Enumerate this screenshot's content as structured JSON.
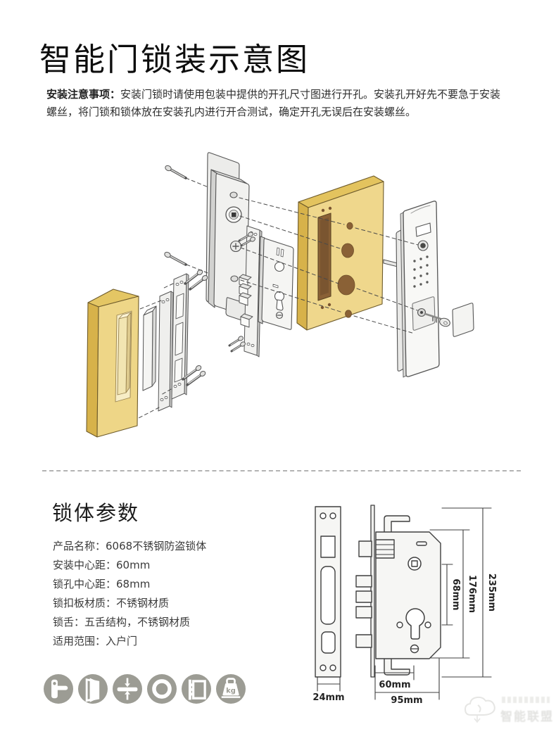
{
  "header": {
    "title": "智能门锁装示意图",
    "note_label": "安装注意事项：",
    "note_text": "安装门锁时请使用包装中提供的开孔尺寸图进行开孔。安装孔开好先不要急于安装螺丝，将门锁和锁体放在安装孔内进行开合测试，确定开孔无误后在安装螺丝。"
  },
  "lock_params": {
    "title": "锁体参数",
    "specs": [
      {
        "label": "产品名称：",
        "value": "6068不锈钢防盗锁体"
      },
      {
        "label": "安装中心距：",
        "value": "60mm"
      },
      {
        "label": "锁孔中心距：",
        "value": "68mm"
      },
      {
        "label": "锁扣板材质：",
        "value": "不锈钢材质"
      },
      {
        "label": "锁舌：",
        "value": "五舌结构，不锈钢材质"
      },
      {
        "label": "适用范围：",
        "value": "入户门"
      }
    ],
    "feature_icons": [
      "door-lock-handle",
      "open-door",
      "panel-thickness",
      "hole-diameter",
      "door-panel",
      "weight-kg"
    ],
    "kg_label": "kg"
  },
  "tech_drawing": {
    "dim_plate_width": "24mm",
    "dim_backset": "60mm",
    "dim_body_width": "95mm",
    "dim_hole_distance": "68mm",
    "dim_body_height": "176mm",
    "dim_total_height": "235mm"
  },
  "watermark": {
    "text": "智能联盟"
  },
  "colors": {
    "gold_front": "#EFD78C",
    "gold_top": "#E3C35E",
    "gold_side": "#D7B24A",
    "hole_brown": "#8A6136",
    "grey_part": "#F1F1EF",
    "outline": "#555555",
    "icon_grey": "#9C9C94"
  }
}
